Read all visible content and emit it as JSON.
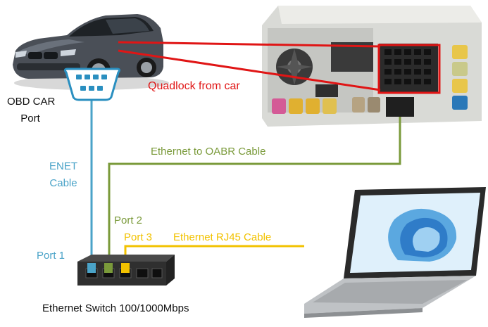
{
  "labels": {
    "obd_line1": "OBD CAR",
    "obd_line2": "Port",
    "quadlock": "Quadlock from car",
    "ethernet_oabr": "Ethernet to OABR Cable",
    "enet_line1": "ENET",
    "enet_line2": "Cable",
    "port1": "Port 1",
    "port2": "Port 2",
    "port3": "Port 3",
    "ethernet_rj45": "Ethernet RJ45 Cable",
    "switch": "Ethernet Switch 100/1000Mbps"
  },
  "colors": {
    "enet_cable": "#4aa3c8",
    "quadlock_cable": "#e01515",
    "oabr_cable": "#7a9a3a",
    "rj45_cable": "#f2c200",
    "switch_body": "#2f2f2f",
    "car_body": "#4a4f57"
  },
  "icons": {
    "car": "car-image",
    "obd": "obd-port-icon",
    "headunit": "head-unit-image",
    "laptop": "laptop-image",
    "switch": "ethernet-switch-image"
  }
}
